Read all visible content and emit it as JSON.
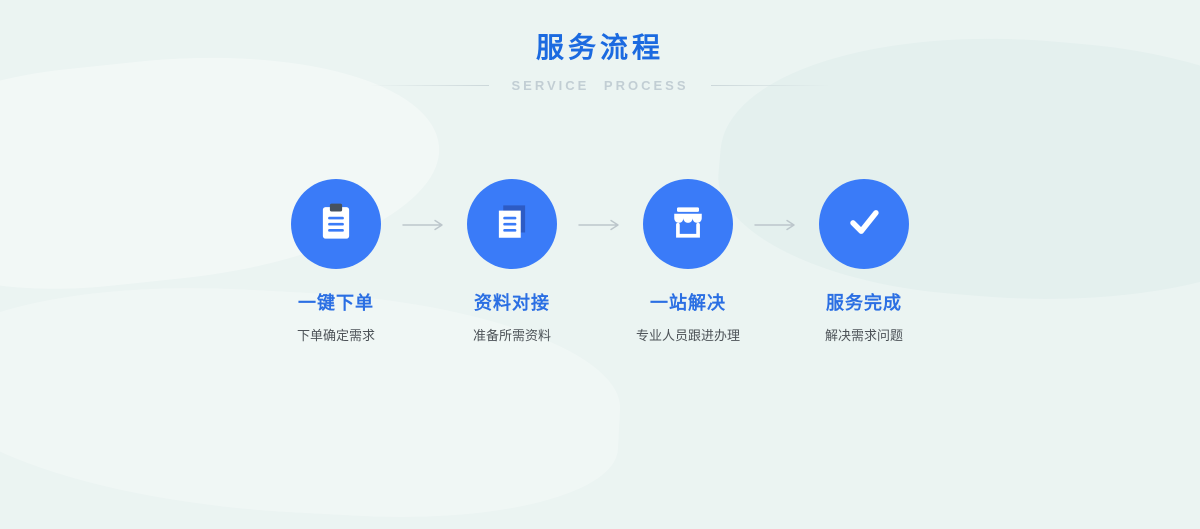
{
  "header": {
    "title": "服务流程",
    "subtitle": "SERVICE PROCESS"
  },
  "steps": [
    {
      "icon": "clipboard-icon",
      "label": "一键下单",
      "desc": "下单确定需求"
    },
    {
      "icon": "documents-icon",
      "label": "资料对接",
      "desc": "准备所需资料"
    },
    {
      "icon": "storefront-icon",
      "label": "一站解决",
      "desc": "专业人员跟进办理"
    },
    {
      "icon": "checkmark-icon",
      "label": "服务完成",
      "desc": "解决需求问题"
    }
  ],
  "colors": {
    "title_blue": "#1b6ae0",
    "label_blue": "#2b6fe3",
    "circle_blue": "#3a7bf8",
    "background": "#ebf4f2",
    "subtitle_gray": "#c2ced4",
    "desc_gray": "#4d5358",
    "arrow_gray": "#bcc6cb"
  }
}
